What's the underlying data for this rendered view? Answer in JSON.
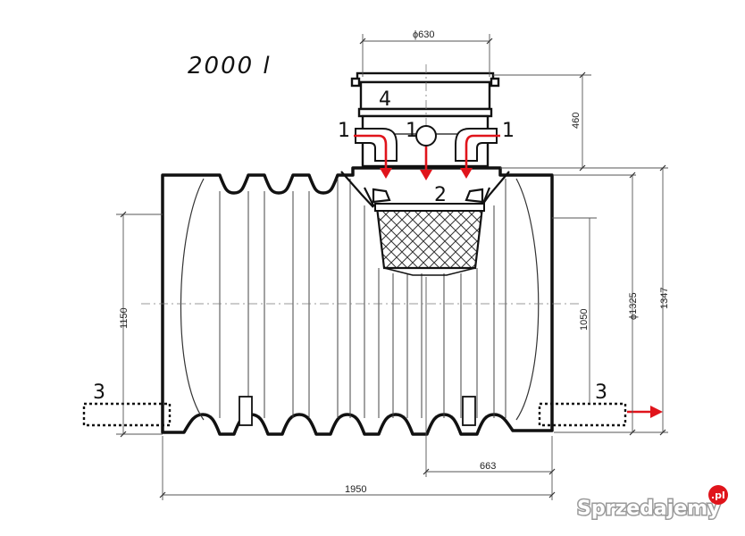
{
  "caption": "2000 l",
  "dimensions": {
    "riser_diameter": "ϕ630",
    "riser_height": "460",
    "tank_diameter": "ϕ1325",
    "total_height": "1347",
    "outlet_height_left": "1150",
    "outlet_height_right": "1050",
    "overall_length": "1950",
    "offset_length": "663"
  },
  "callouts": {
    "inlet_left": "1",
    "inlet_center": "1",
    "inlet_right": "1",
    "filter_basket": "2",
    "pipe_left": "3",
    "pipe_right": "3",
    "riser": "4"
  },
  "watermark": {
    "brand": "Sprzedajemy",
    "suffix": ".pl"
  },
  "colors": {
    "flow_arrow": "#e0141b",
    "line": "#111111",
    "dim_line": "#555555"
  }
}
